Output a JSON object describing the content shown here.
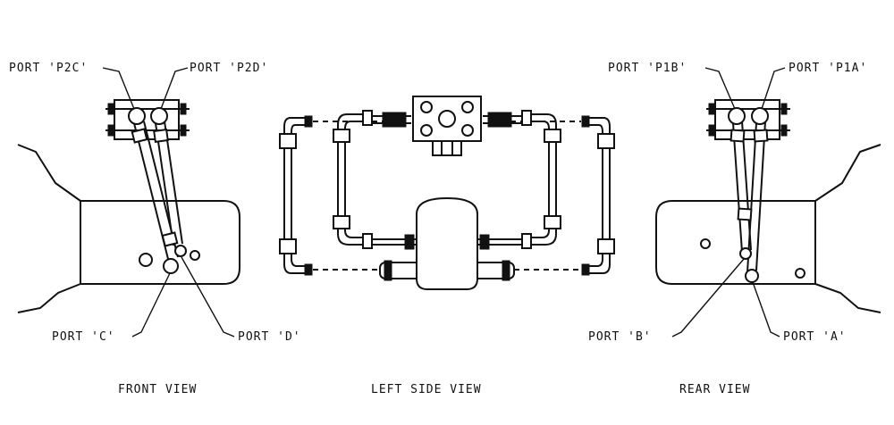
{
  "labels": {
    "port_p2c": "PORT 'P2C'",
    "port_p2d": "PORT 'P2D'",
    "port_c": "PORT 'C'",
    "port_d": "PORT 'D'",
    "port_p1b": "PORT 'P1B'",
    "port_p1a": "PORT 'P1A'",
    "port_b": "PORT 'B'",
    "port_a": "PORT 'A'"
  },
  "views": {
    "front": "FRONT VIEW",
    "left_side": "LEFT SIDE VIEW",
    "rear": "REAR VIEW"
  }
}
